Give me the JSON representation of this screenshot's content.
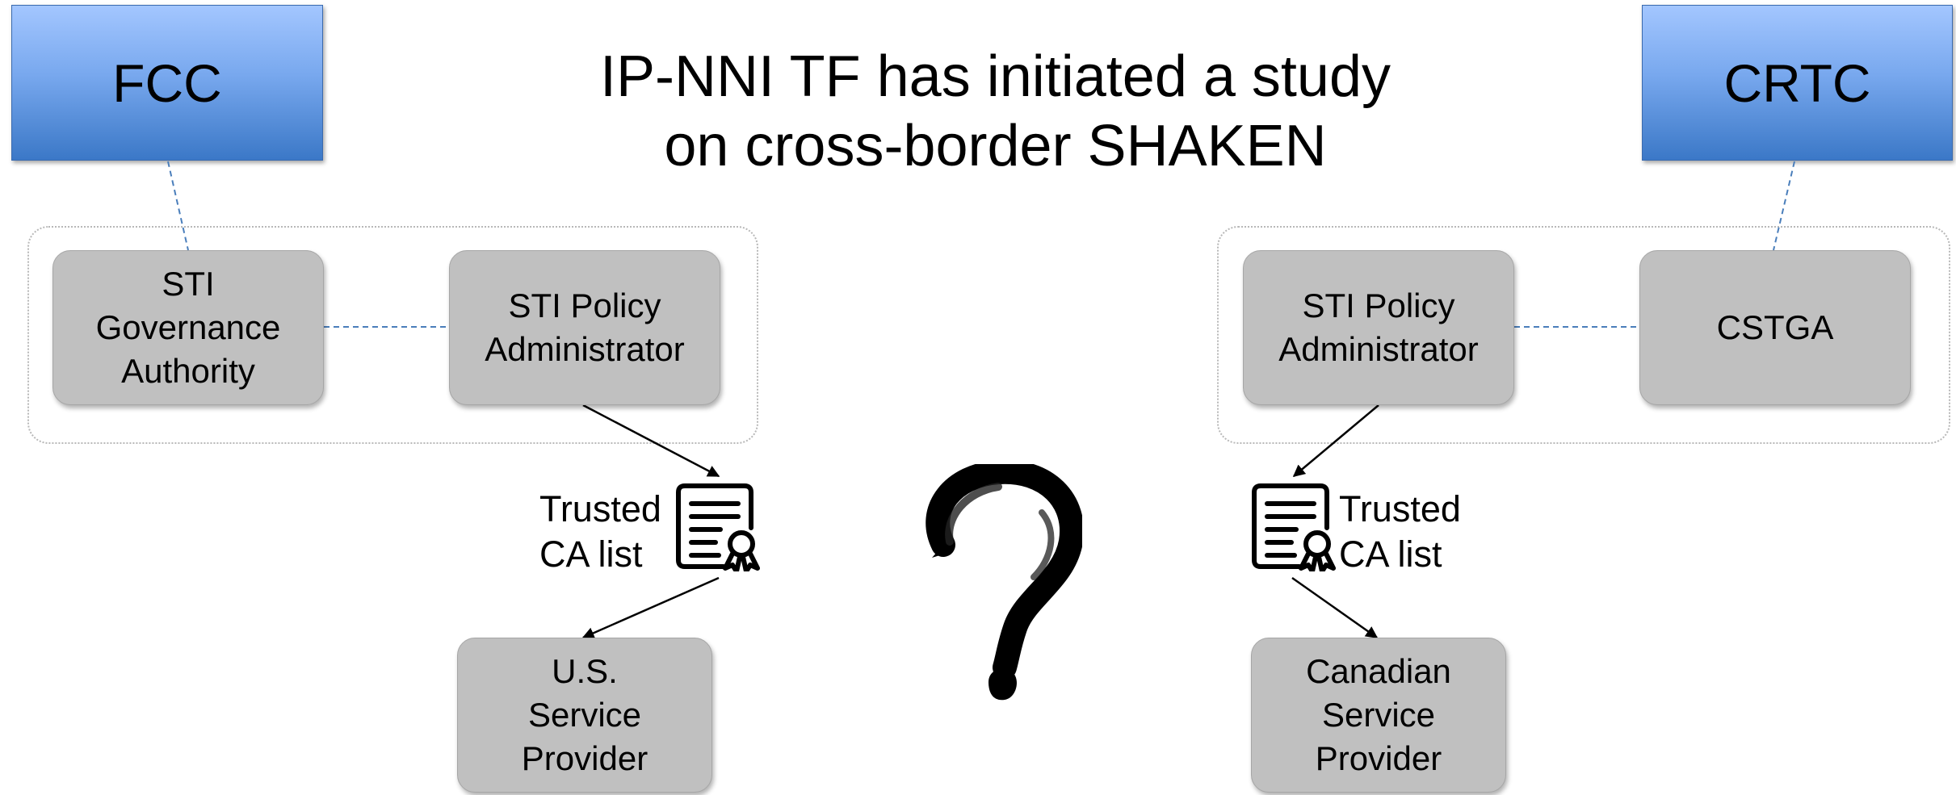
{
  "title": "IP-NNI TF has initiated a study\non cross-border SHAKEN",
  "left": {
    "regulator": "FCC",
    "governance": "STI\nGovernance\nAuthority",
    "policy_admin": "STI Policy\nAdministrator",
    "ca_list_label": "Trusted\nCA list",
    "provider": "U.S.\nService\nProvider"
  },
  "right": {
    "regulator": "CRTC",
    "governance": "CSTGA",
    "policy_admin": "STI Policy\nAdministrator",
    "ca_list_label": "Trusted\nCA list",
    "provider": "Canadian\nService\nProvider"
  },
  "colors": {
    "regulator_top": "#a3c6ff",
    "regulator_bottom": "#3b78c7",
    "entity_fill": "#c0c0c0",
    "connector_dashed": "#4a7ebb"
  },
  "icons": [
    "certificate-icon",
    "question-mark-icon"
  ]
}
